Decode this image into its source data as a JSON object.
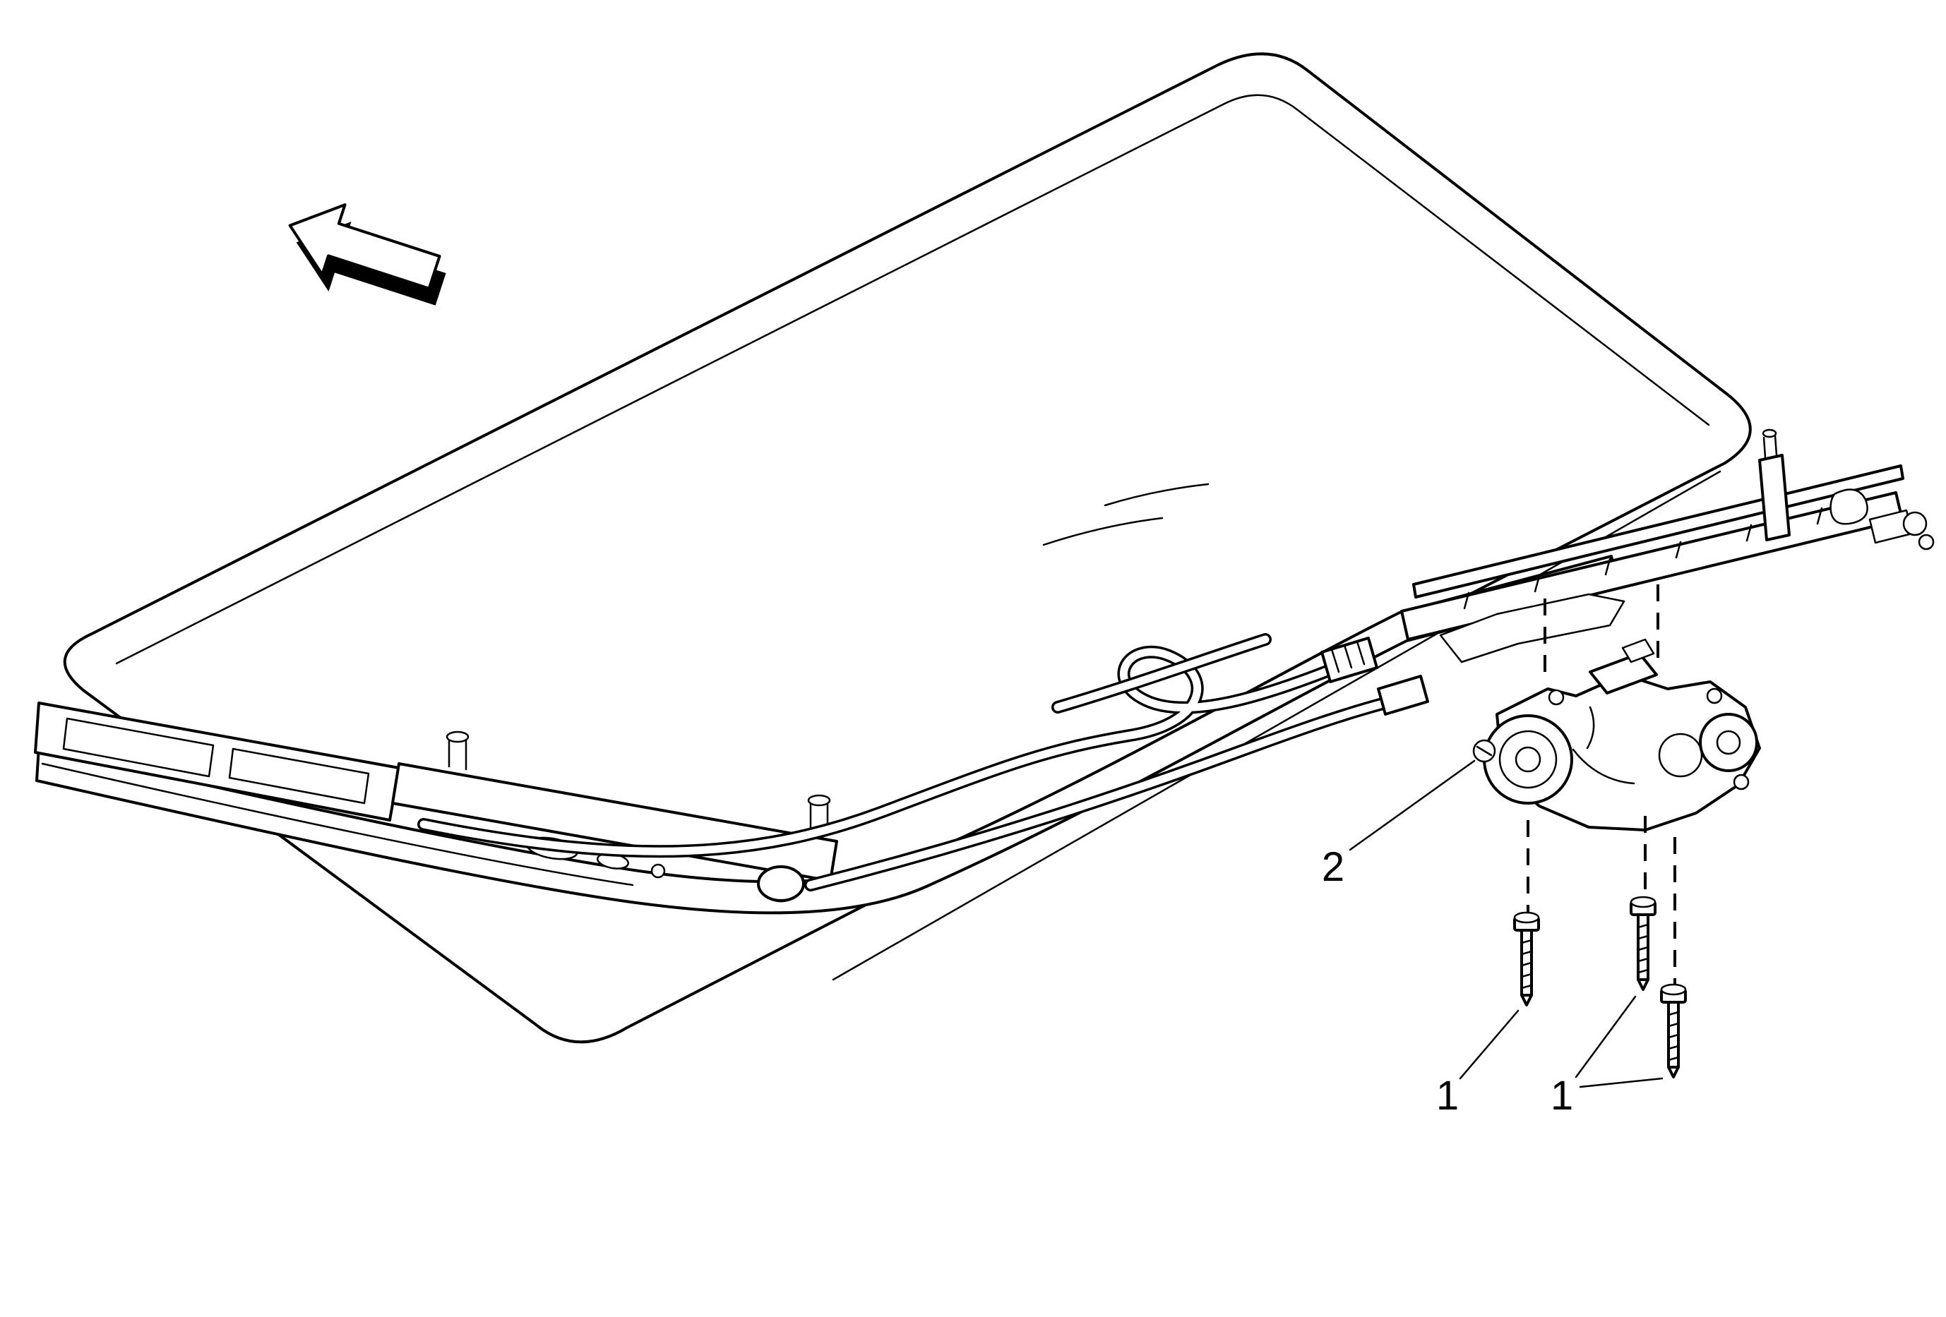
{
  "diagram": {
    "background": "#ffffff",
    "line_color": "#000000",
    "callouts": {
      "motor": {
        "label": "2"
      },
      "bolt_left": {
        "label": "1"
      },
      "bolts_right": {
        "label": "1"
      }
    },
    "icons": {
      "direction_arrow": "direction-arrow"
    }
  }
}
